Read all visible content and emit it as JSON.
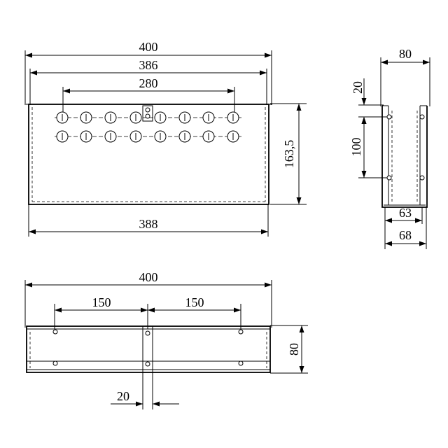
{
  "dimensions": {
    "front_width_outer": "400",
    "front_width_inner": "386",
    "hole_span": "280",
    "front_height": "163,5",
    "front_base_width": "388",
    "side_width_top": "80",
    "side_offset_top": "20",
    "side_mount_spacing": "100",
    "side_inner_width": "63",
    "side_outer_width": "68",
    "top_width": "400",
    "top_left_spacing": "150",
    "top_right_spacing": "150",
    "top_depth": "80",
    "top_center_gap": "20"
  }
}
